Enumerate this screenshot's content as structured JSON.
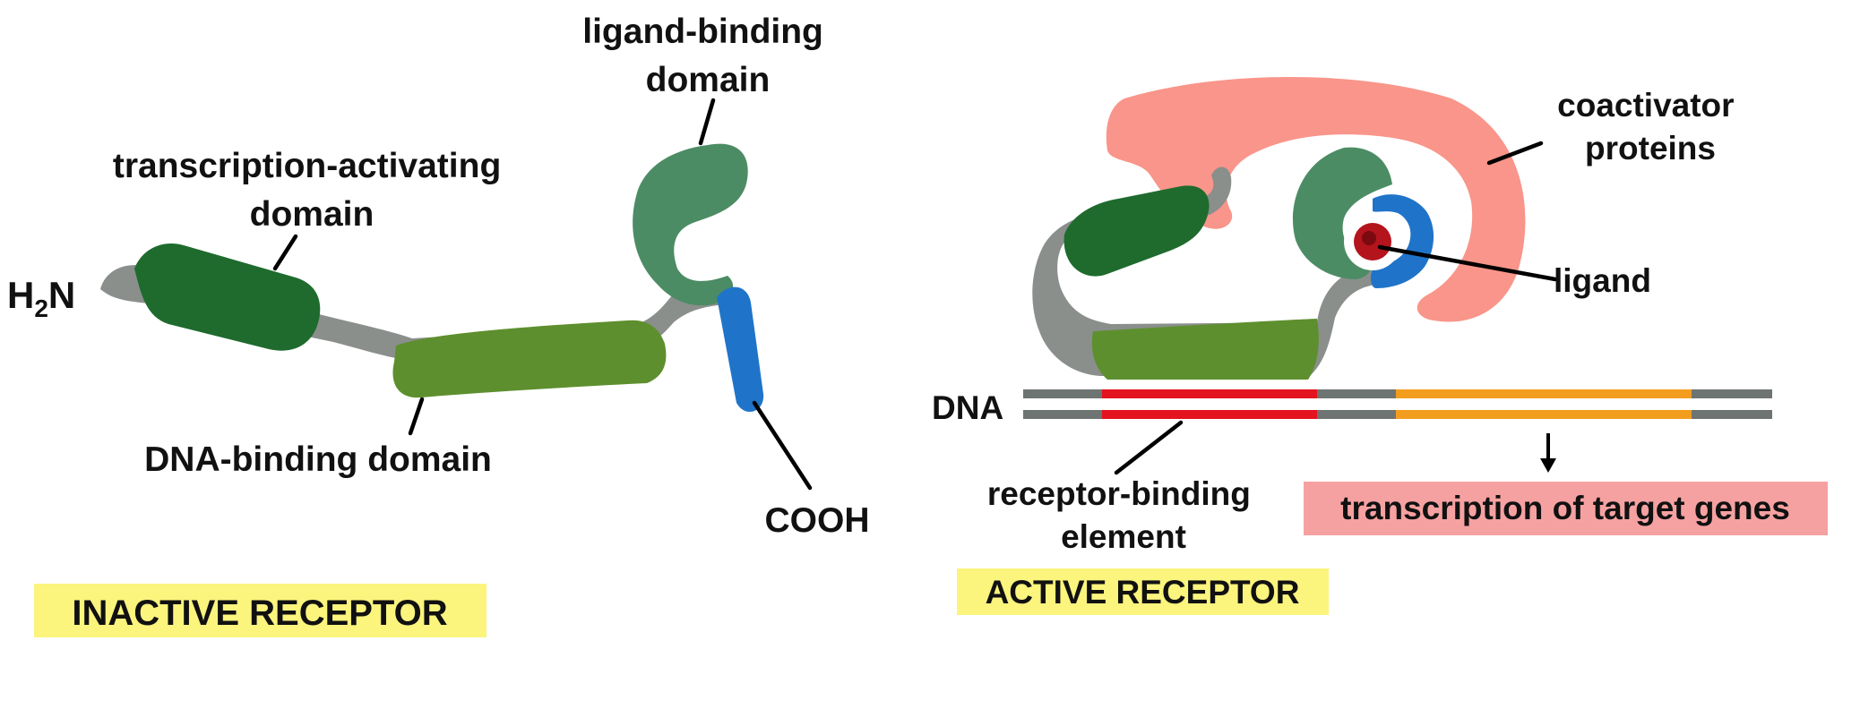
{
  "inactive": {
    "amino_terminus": {
      "main": "H",
      "sub": "2",
      "tail": "N"
    },
    "transcription_activating_domain": [
      "transcription-activating",
      "domain"
    ],
    "ligand_binding_domain": [
      "ligand-binding",
      "domain"
    ],
    "dna_binding_domain": "DNA-binding domain",
    "carboxy_terminus": "COOH",
    "state_label": "INACTIVE RECEPTOR"
  },
  "active": {
    "coactivator_proteins": [
      "coactivator",
      "proteins"
    ],
    "ligand": "ligand",
    "dna": "DNA",
    "receptor_binding_element": [
      "receptor-binding",
      "element"
    ],
    "transcription_box": "transcription of target genes",
    "state_label": "ACTIVE RECEPTOR"
  },
  "colors": {
    "activating_domain": "#1f6b2e",
    "dna_binding_domain": "#5e8f2e",
    "ligand_binding_domain": "#4c8c64",
    "terminus_region": "#1f74c9",
    "linker": "#8a8f8c",
    "coactivator": "#f9958a",
    "ligand": "#b4141c",
    "dna_strand": "#6e7472",
    "receptor_element": "#e3131f",
    "target_gene": "#f39d1f",
    "state_highlight": "#fbf47d",
    "transcription_box": "#f6a1a1"
  }
}
